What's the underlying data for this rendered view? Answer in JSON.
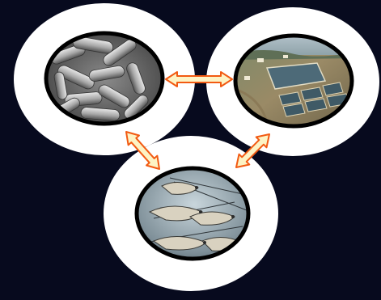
{
  "diagram": {
    "background": "#070a1e",
    "ring_color": "#ffffff",
    "photo_border": "#000000",
    "arrow": {
      "fill": "#fdf3c4",
      "stroke": "#f25a12"
    },
    "nodes": [
      {
        "id": "bacteria",
        "image": "bacteria-micrograph"
      },
      {
        "id": "farm",
        "image": "aquaculture-ponds-aerial"
      },
      {
        "id": "shrimp",
        "image": "shrimp-in-water"
      }
    ],
    "links": [
      {
        "from": "bacteria",
        "to": "farm",
        "direction": "both"
      },
      {
        "from": "bacteria",
        "to": "shrimp",
        "direction": "both"
      },
      {
        "from": "farm",
        "to": "shrimp",
        "direction": "both"
      }
    ]
  }
}
